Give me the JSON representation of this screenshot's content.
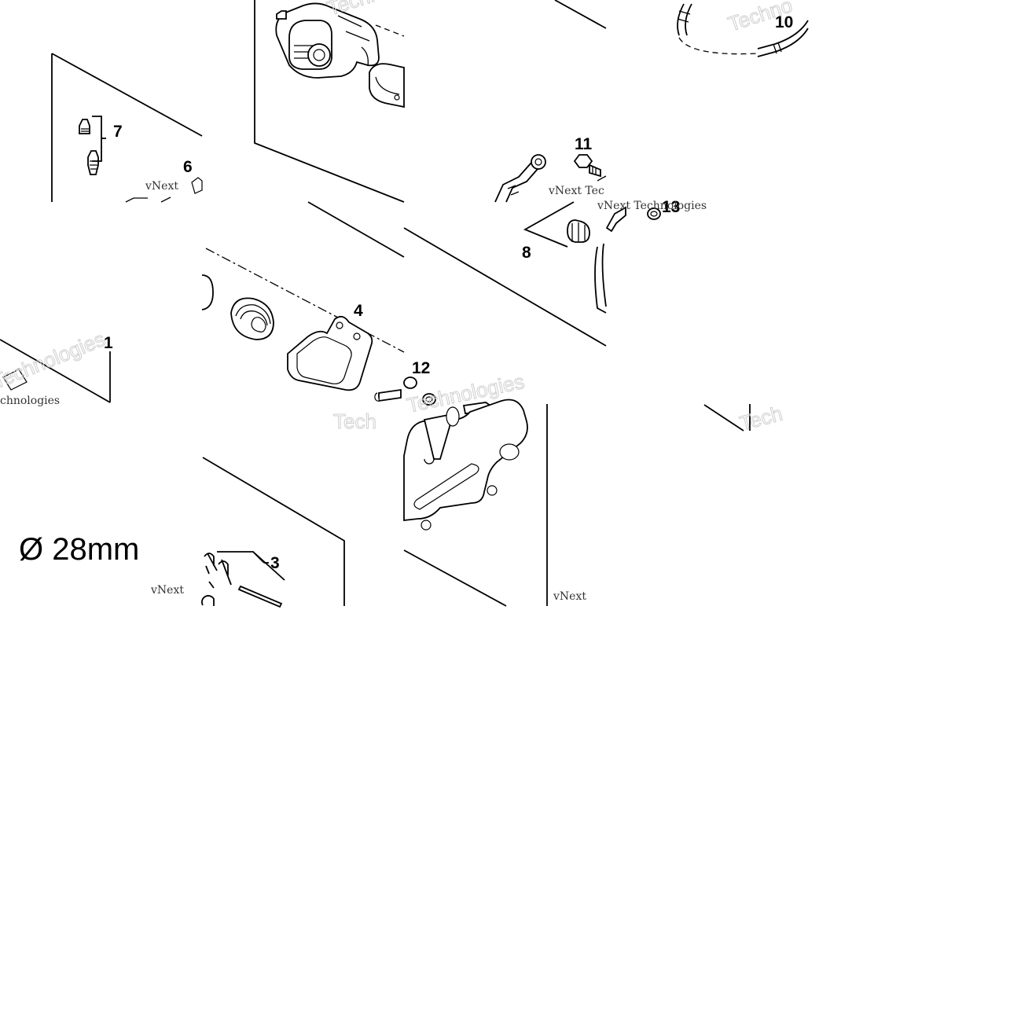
{
  "diagram": {
    "callouts": {
      "c1": "1",
      "c3": "3",
      "c4": "4",
      "c6": "6",
      "c7": "7",
      "c8": "8",
      "c10": "10",
      "c11": "11",
      "c12": "12",
      "c13": "13"
    },
    "size_label": "Ø 28mm",
    "watermarks": {
      "vnext_tech": "vNext Tec",
      "vnext_technologies": "vNext Technologies",
      "technologies": "Technologies",
      "technologies_fragment": "chnologies",
      "tech": "Tech",
      "techno": "Techno",
      "vnext": "vNext"
    }
  }
}
